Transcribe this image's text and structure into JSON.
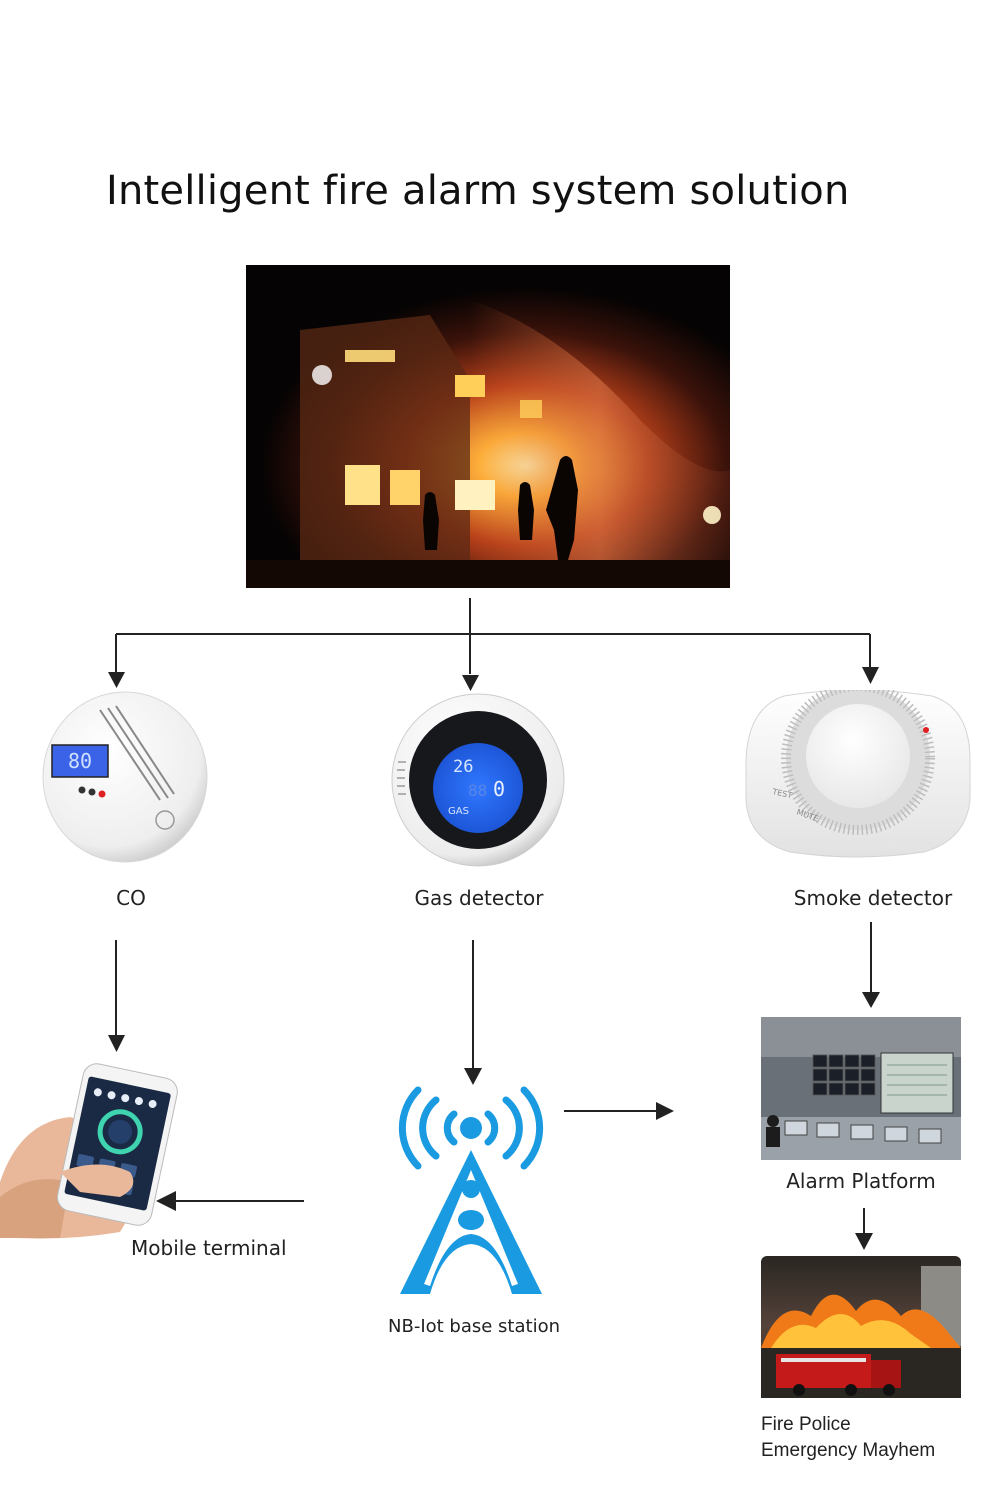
{
  "title": "Intelligent fire alarm system solution",
  "nodes": {
    "co": "CO",
    "gas": "Gas detector",
    "smoke": "Smoke detector",
    "mobile": "Mobile terminal",
    "base_station": "NB-Iot base station",
    "alarm_platform": "Alarm Platform",
    "fire_police_line1": "Fire Police",
    "fire_police_line2": "Emergency Mayhem"
  },
  "device_readouts": {
    "co_display": "80",
    "gas_temp": "26",
    "gas_value": "0",
    "gas_small": "88",
    "gas_label": "GAS",
    "smoke_test": "TEST",
    "smoke_mute": "MUTE"
  },
  "colors": {
    "tower_blue": "#1a9ae0",
    "arrow": "#222222",
    "lcd_blue": "#2a6ff0"
  }
}
